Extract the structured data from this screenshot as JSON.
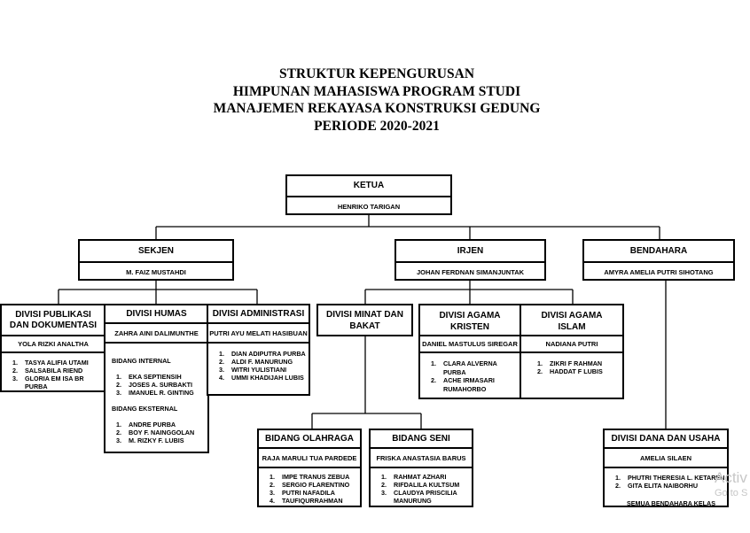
{
  "title": {
    "line1": "STRUKTUR KEPENGURUSAN",
    "line2": "HIMPUNAN MAHASISWA PROGRAM STUDI",
    "line3": "MANAJEMEN REKAYASA KONSTRUKSI GEDUNG",
    "line4": "PERIODE 2020-2021"
  },
  "ketua": {
    "role": "KETUA",
    "name": "HENRIKO TARIGAN"
  },
  "sekjen": {
    "role": "SEKJEN",
    "name": "M. FAIZ MUSTAHDI"
  },
  "irjen": {
    "role": "IRJEN",
    "name": "JOHAN FERDNAN SIMANJUNTAK"
  },
  "bendahara": {
    "role": "BENDAHARA",
    "name": "AMYRA AMELIA PUTRI SIHOTANG"
  },
  "publikasi": {
    "role_line1": "DIVISI PUBLIKASI",
    "role_line2": "DAN DOKUMENTASI",
    "head": "YOLA RIZKI ANALTHA",
    "members": [
      "TASYA ALIFIA UTAMI",
      "SALSABILA RIEND",
      "GLORIA EM ISA BR PURBA"
    ]
  },
  "humas": {
    "role": "DIVISI HUMAS",
    "head": "ZAHRA AINI DALIMUNTHE",
    "internal_label": "BIDANG  INTERNAL",
    "internal": [
      "EKA SEPTIENSIH",
      "JOSES A. SURBAKTI",
      "IMANUEL R. GINTING"
    ],
    "eksternal_label": "BIDANG EKSTERNAL",
    "eksternal": [
      "ANDRE PURBA",
      "BOY F. NAINGGOLAN",
      "M. RIZKY F. LUBIS"
    ]
  },
  "administrasi": {
    "role": "DIVISI ADMINISTRASI",
    "head": "PUTRI AYU MELATI HASIBUAN",
    "members": [
      "DIAN ADIPUTRA PURBA",
      "ALDI F. MANURUNG",
      "WITRI YULISTIANI",
      "UMMI KHADIJAH LUBIS"
    ]
  },
  "minat_bakat": {
    "role_line1": "DIVISI MINAT DAN",
    "role_line2": "BAKAT"
  },
  "kristen": {
    "role_line1": "DIVISI AGAMA",
    "role_line2": "KRISTEN",
    "head": "DANIEL MASTULUS SIREGAR",
    "members": [
      "CLARA ALVERNA PURBA",
      "ACHE IRMASARI RUMAHORBO"
    ]
  },
  "islam": {
    "role_line1": "DIVISI AGAMA",
    "role_line2": "ISLAM",
    "head": "NADIANA PUTRI",
    "members": [
      "ZIKRI F RAHMAN",
      "HADDAT F LUBIS"
    ]
  },
  "olahraga": {
    "role": "BIDANG OLAHRAGA",
    "head": "RAJA MARULI TUA PARDEDE",
    "members": [
      "IMPE TRANUS ZEBUA",
      "SERGIO FLARENTINO",
      "PUTRI NAFADILA",
      "TAUFIQURRAHMAN"
    ]
  },
  "seni": {
    "role": "BIDANG SENI",
    "head": "FRISKA ANASTASIA BARUS",
    "members": [
      "RAHMAT AZHARI",
      "RIFDALILA KULTSUM",
      "CLAUDYA PRISCILIA MANURUNG"
    ]
  },
  "dana_usaha": {
    "role": "DIVISI DANA DAN USAHA",
    "head": "AMELIA SILAEN",
    "members": [
      "PHUTRI THERESIA L. KETAREN",
      "GITA ELITA NAIBORHU"
    ],
    "footer": "SEMUA BENDAHARA KELAS"
  },
  "watermark": {
    "line1": "Activ",
    "line2": "Go to S"
  },
  "colors": {
    "line": "#000000",
    "background": "#ffffff",
    "watermark": "#c7c7c7"
  }
}
